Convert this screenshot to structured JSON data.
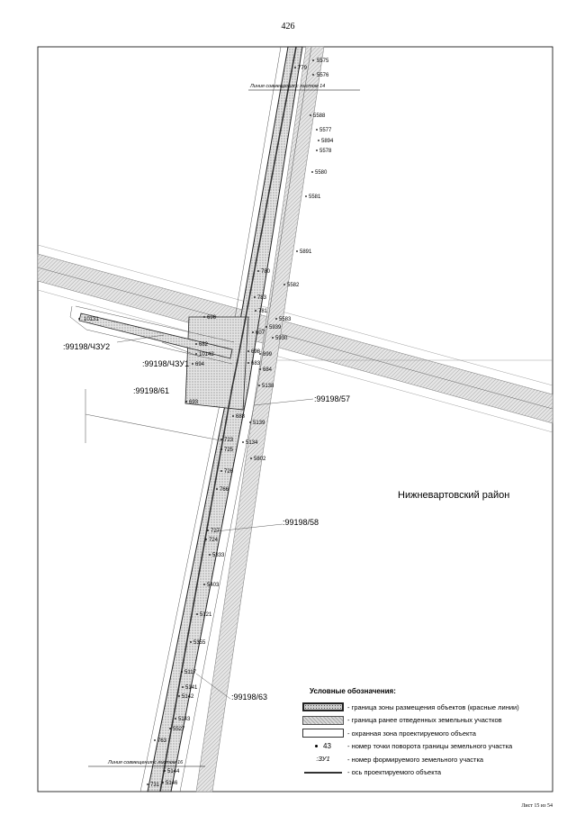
{
  "page": {
    "number": "426",
    "sheet": "Лист 15 из 54"
  },
  "map": {
    "match_lines": [
      "Линия совмещения с листом 14",
      "Линия совмещения с листом 16"
    ],
    "district": "Нижневартовский район",
    "sections": [
      ":99198/ЧЗУ2",
      ":99198/ЧЗУ1",
      ":99198/61",
      ":99198/57",
      ":99198/58",
      ":99198/63"
    ],
    "points": [
      "5575",
      "779",
      "5576",
      "5588",
      "5577",
      "5894",
      "5578",
      "5580",
      "5581",
      "5891",
      "780",
      "5582",
      "783",
      "781",
      "5583",
      "696",
      "5939",
      "607",
      "5930",
      "10131",
      "682",
      "10142",
      "694",
      "698",
      "899",
      "683",
      "684",
      "5138",
      "693",
      "688",
      "5139",
      "723",
      "725",
      "5134",
      "5802",
      "726",
      "766",
      "727",
      "724",
      "5333",
      "5403",
      "5121",
      "5355",
      "5117",
      "5141",
      "5142",
      "5143",
      "5527",
      "763",
      "5144",
      "5146",
      "731"
    ]
  },
  "legend": {
    "title": "Условные обозначения:",
    "items": [
      "- граница зоны размещения объектов (красные линии)",
      "- граница ранее отведенных земельных участков",
      "- охранная зона проектируемого объекта",
      "- номер точки поворота границы земельного участка",
      "- номер формируемого земельного участка",
      "- ось проектируемого объекта"
    ],
    "point_sample": "43",
    "zu_sample": ":ЗУ1"
  }
}
